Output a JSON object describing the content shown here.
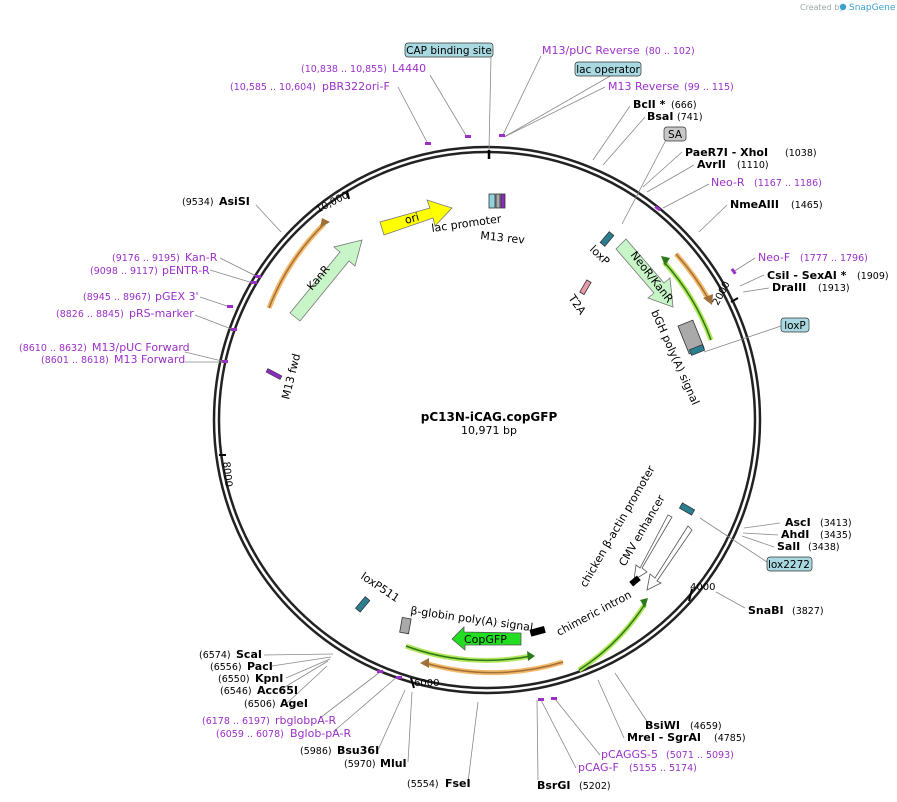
{
  "credit": {
    "created_by": "Created by",
    "brand": "SnapGene"
  },
  "plasmid": {
    "name": "pC13N-iCAG.copGFP",
    "size": "10,971 bp"
  },
  "ticks": [
    "2000",
    "4000",
    "6000",
    "8000",
    "10,000"
  ],
  "feature_boxes": [
    {
      "id": "cap",
      "label": "CAP binding site",
      "fill": "#a8d8e0"
    },
    {
      "id": "lacop",
      "label": "lac operator",
      "fill": "#a8d8e0"
    },
    {
      "id": "sa",
      "label": "SA",
      "fill": "#c8c8c8"
    },
    {
      "id": "loxpbox",
      "label": "loxP",
      "fill": "#a8d8e0"
    },
    {
      "id": "lox2272",
      "label": "lox2272",
      "fill": "#a8d8e0"
    }
  ],
  "enzymes": [
    {
      "name": "BclI *",
      "pos": "(666)"
    },
    {
      "name": "BsaI",
      "pos": "(741)"
    },
    {
      "name": "PaeR7I  - XhoI",
      "pos": "(1038)"
    },
    {
      "name": "AvrII",
      "pos": "(1110)"
    },
    {
      "name": "NmeAIII",
      "pos": "(1465)"
    },
    {
      "name": "CsiI  - SexAI *",
      "pos": "(1909)"
    },
    {
      "name": "DraIII",
      "pos": "(1913)"
    },
    {
      "name": "AscI",
      "pos": "(3413)"
    },
    {
      "name": "AhdI",
      "pos": "(3435)"
    },
    {
      "name": "SalI",
      "pos": "(3438)"
    },
    {
      "name": "SnaBI",
      "pos": "(3827)"
    },
    {
      "name": "BsiWI",
      "pos": "(4659)"
    },
    {
      "name": "MreI  - SgrAI",
      "pos": "(4785)"
    },
    {
      "name": "BsrGI",
      "pos": "(5202)"
    },
    {
      "name": "FseI",
      "pos": "(5554)"
    },
    {
      "name": "MluI",
      "pos": "(5970)"
    },
    {
      "name": "Bsu36I",
      "pos": "(5986)"
    },
    {
      "name": "AgeI",
      "pos": "(6506)"
    },
    {
      "name": "Acc65I",
      "pos": "(6546)"
    },
    {
      "name": "KpnI",
      "pos": "(6550)"
    },
    {
      "name": "PacI",
      "pos": "(6556)"
    },
    {
      "name": "ScaI",
      "pos": "(6574)"
    },
    {
      "name": "AsiSI",
      "pos": "(9534)"
    }
  ],
  "primers": [
    {
      "name": "M13/pUC Reverse",
      "pos": "(80 .. 102)"
    },
    {
      "name": "M13 Reverse",
      "pos": "(99 .. 115)"
    },
    {
      "name": "Neo-R",
      "pos": "(1167 .. 1186)"
    },
    {
      "name": "Neo-F",
      "pos": "(1777 .. 1796)"
    },
    {
      "name": "pCAGGS-5",
      "pos": "(5071 .. 5093)"
    },
    {
      "name": "pCAG-F",
      "pos": "(5155 .. 5174)"
    },
    {
      "name": "rbglobpA-R",
      "pos": "(6178 .. 6197)"
    },
    {
      "name": "Bglob-pA-R",
      "pos": "(6059 .. 6078)"
    },
    {
      "name": "M13 Forward",
      "pos": "(8601 .. 8618)"
    },
    {
      "name": "M13/pUC Forward",
      "pos": "(8610 .. 8632)"
    },
    {
      "name": "pRS-marker",
      "pos": "(8826 .. 8845)"
    },
    {
      "name": "pGEX 3'",
      "pos": "(8945 .. 8967)"
    },
    {
      "name": "pENTR-R",
      "pos": "(9098 .. 9117)"
    },
    {
      "name": "Kan-R",
      "pos": "(9176 .. 9195)"
    },
    {
      "name": "pBR322ori-F",
      "pos": "(10,585 .. 10,604)"
    },
    {
      "name": "L4440",
      "pos": "(10,838 .. 10,855)"
    }
  ],
  "features": [
    {
      "label": "ori",
      "fill": "#ffff00"
    },
    {
      "label": "KanR",
      "fill": "#c8f5c8"
    },
    {
      "label": "lac promoter"
    },
    {
      "label": "M13 rev"
    },
    {
      "label": "loxP"
    },
    {
      "label": "T2A"
    },
    {
      "label": "NeoR/KanR",
      "fill": "#c8f5c8"
    },
    {
      "label": "bGH poly(A) signal"
    },
    {
      "label": "M13 fwd"
    },
    {
      "label": "chicken β-actin promoter"
    },
    {
      "label": "CMV enhancer"
    },
    {
      "label": "chimeric intron"
    },
    {
      "label": "CopGFP",
      "fill": "#22dd22"
    },
    {
      "label": "β-globin poly(A) signal"
    },
    {
      "label": "loxP511"
    }
  ]
}
